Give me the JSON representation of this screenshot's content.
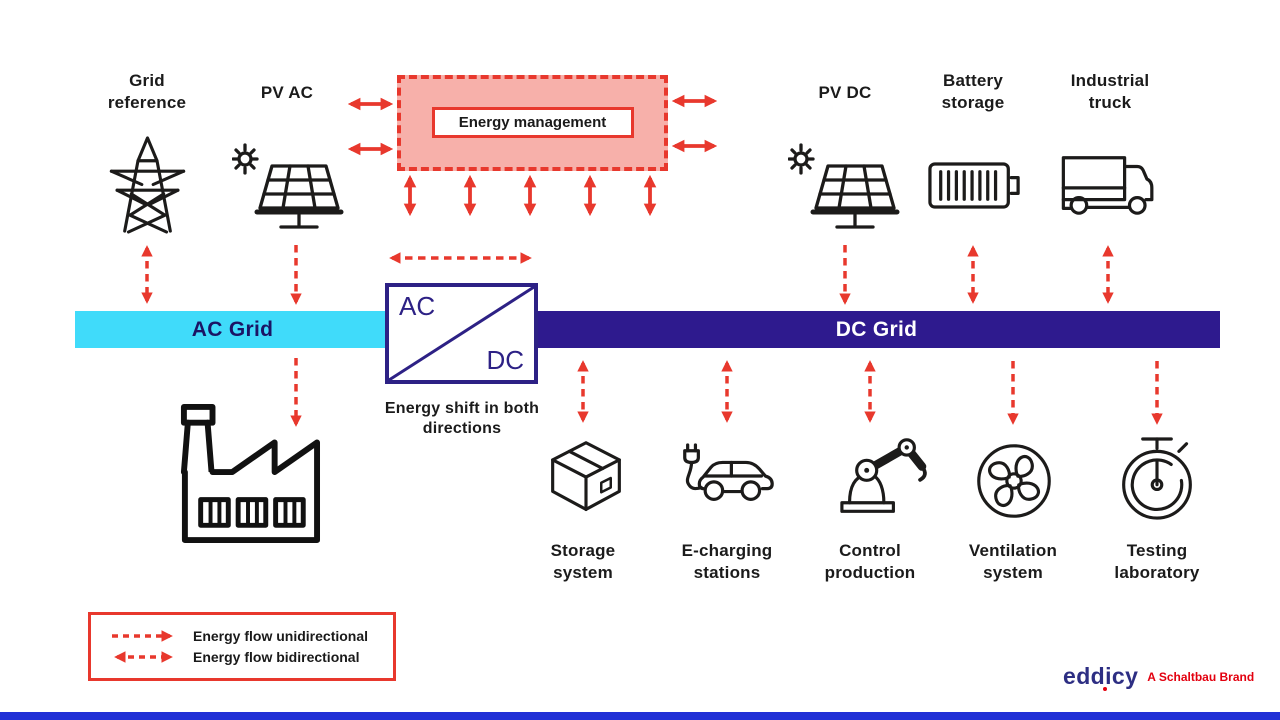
{
  "colors": {
    "arrow_red": "#e8382d",
    "management_fill": "#f7b0aa",
    "ac_bar_cyan": "#40dbfa",
    "dc_bar_indigo": "#2e1a8e",
    "ac_text_navy": "#1b1464",
    "converter_indigo": "#2d2185",
    "logo_navy": "#2d2e83",
    "brand_red": "#e3000f",
    "footer_blue": "#2130d6"
  },
  "sources": {
    "grid_reference": {
      "label": "Grid reference",
      "icon": "transmission-tower-icon"
    },
    "pv_ac": {
      "label": "PV AC",
      "icon": "solar-panel-icon"
    },
    "pv_dc": {
      "label": "PV DC",
      "icon": "solar-panel-icon"
    },
    "battery_storage": {
      "label": "Battery storage",
      "icon": "battery-icon"
    },
    "industrial_truck": {
      "label": "Industrial truck",
      "icon": "truck-icon"
    }
  },
  "energy_management": {
    "label": "Energy management"
  },
  "ac_grid": {
    "label": "AC Grid"
  },
  "dc_grid": {
    "label": "DC Grid"
  },
  "converter": {
    "ac_label": "AC",
    "dc_label": "DC",
    "caption": "Energy shift in both directions"
  },
  "factory": {
    "icon": "factory-icon"
  },
  "dc_loads": [
    {
      "label": "Storage system",
      "icon": "box-icon"
    },
    {
      "label": "E-charging stations",
      "icon": "electric-car-icon"
    },
    {
      "label": "Control production",
      "icon": "robot-arm-icon"
    },
    {
      "label": "Ventilation system",
      "icon": "fan-icon"
    },
    {
      "label": "Testing laboratory",
      "icon": "stopwatch-icon"
    }
  ],
  "legend": {
    "items": [
      {
        "label": "Energy flow unidirectional",
        "type": "unidirectional"
      },
      {
        "label": "Energy flow bidirectional",
        "type": "bidirectional"
      }
    ]
  },
  "branding": {
    "logo": "eddicy",
    "tagline": "A Schaltbau Brand"
  }
}
